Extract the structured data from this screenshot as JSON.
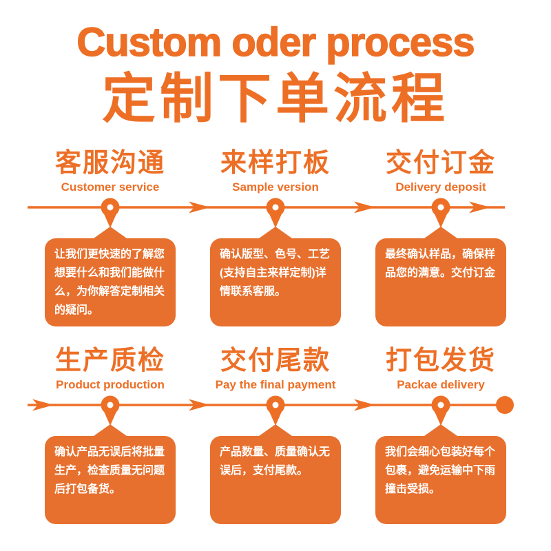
{
  "colors": {
    "accent": "#ED6F26",
    "box": "#E7702E"
  },
  "header": {
    "title_en": "Custom oder process",
    "title_cn": "定制下单流程"
  },
  "steps": [
    {
      "title_cn": "客服沟通",
      "title_en": "Customer service",
      "desc": "让我们更快速的了解您想要什么和我们能做什么，为你解答定制相关的疑问。"
    },
    {
      "title_cn": "来样打板",
      "title_en": "Sample version",
      "desc": "确认版型、色号、工艺(支持自主来样定制)详情联系客服。"
    },
    {
      "title_cn": "交付订金",
      "title_en": "Delivery deposit",
      "desc": "最终确认样品，确保样品您的满意。交付订金"
    },
    {
      "title_cn": "生产质检",
      "title_en": "Product production",
      "desc": "确认产品无误后将批量生产，检查质量无问题后打包备货。"
    },
    {
      "title_cn": "交付尾款",
      "title_en": "Pay the final payment",
      "desc": "产品数量、质量确认无误后，支付尾款。"
    },
    {
      "title_cn": "打包发货",
      "title_en": "Packae delivery",
      "desc": "我们会细心包装好每个包裹，避免运输中下雨撞击受损。"
    }
  ]
}
